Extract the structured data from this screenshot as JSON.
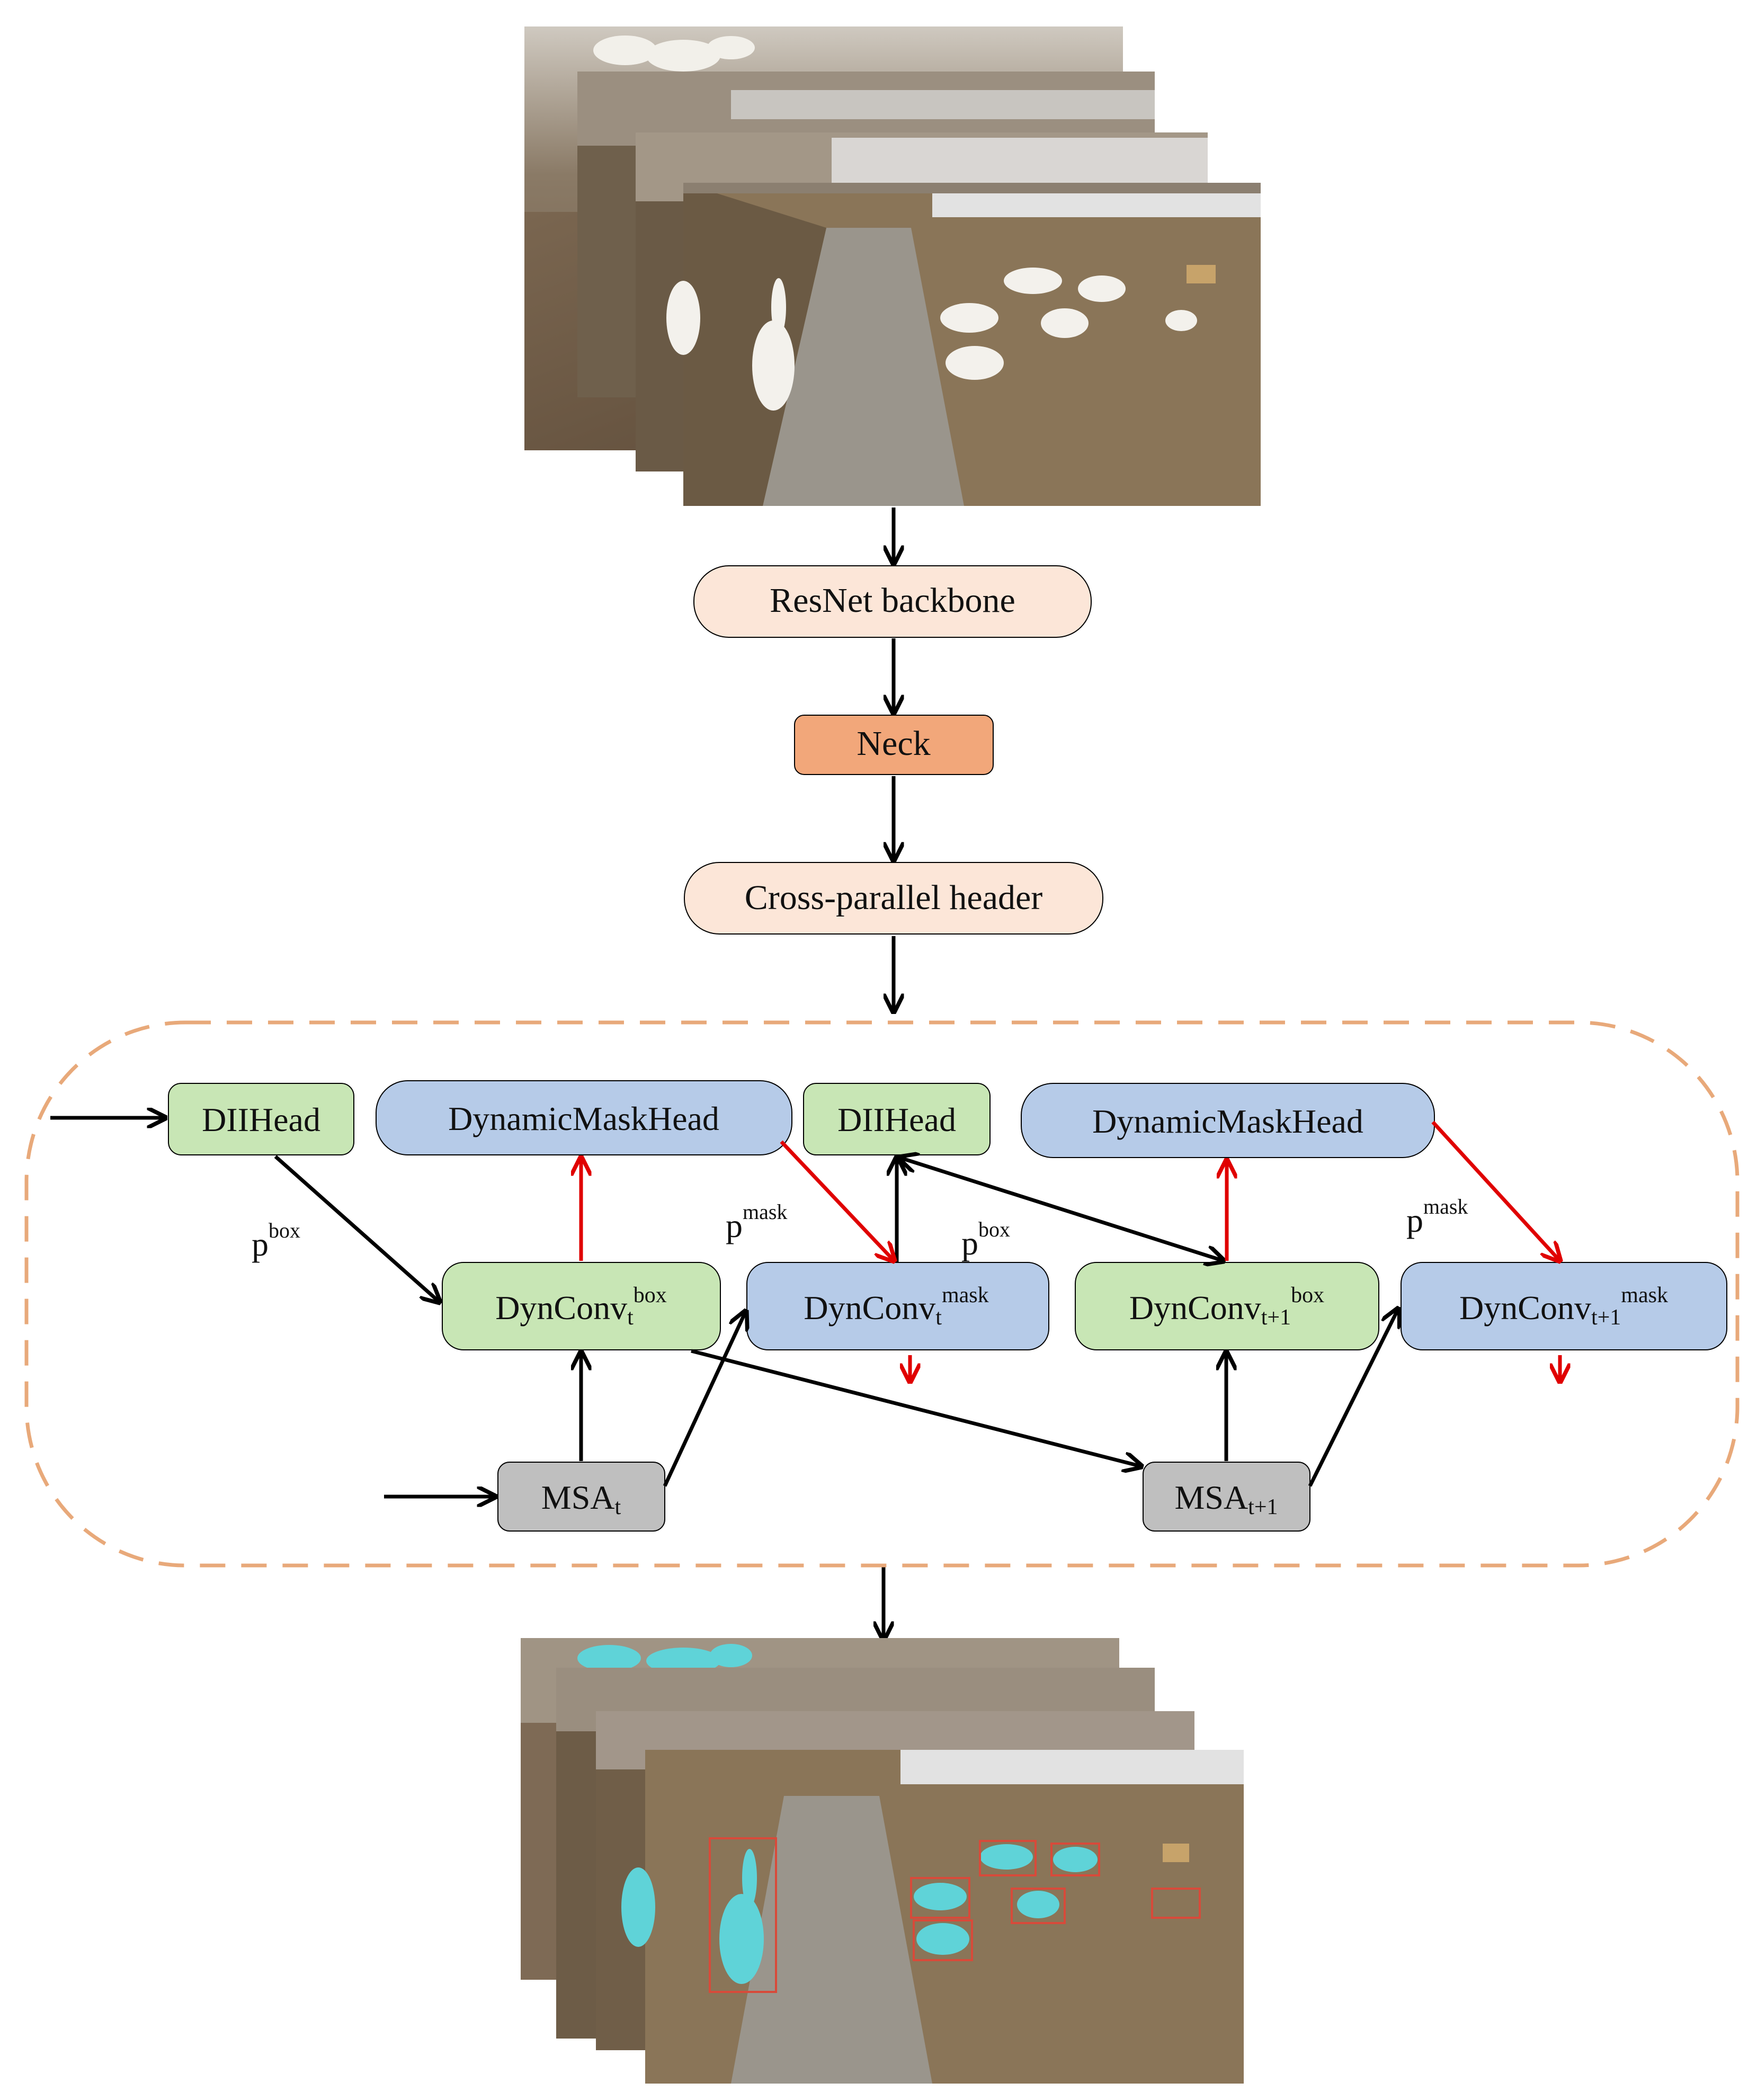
{
  "pipeline": {
    "backbone": "ResNet backbone",
    "neck": "Neck",
    "header": "Cross-parallel header"
  },
  "stage_t": {
    "diihead": "DIIHead",
    "mask_head": "DynamicMaskHead",
    "dynconv_box": {
      "base": "DynConv",
      "sub": "t",
      "sup": "box"
    },
    "dynconv_mask": {
      "base": "DynConv",
      "sub": "t",
      "sup": "mask"
    },
    "msa": {
      "base": "MSA",
      "sub": "t"
    }
  },
  "stage_t1": {
    "diihead": "DIIHead",
    "mask_head": "DynamicMaskHead",
    "dynconv_box": {
      "base": "DynConv",
      "sub": "t+1",
      "sup": "box"
    },
    "dynconv_mask": {
      "base": "DynConv",
      "sub": "t+1",
      "sup": "mask"
    },
    "msa": {
      "base": "MSA",
      "sub": "t+1"
    }
  },
  "edge_labels": {
    "p_box_1": {
      "base": "p",
      "sup": "box"
    },
    "p_mask_1": {
      "base": "p",
      "sup": "mask"
    },
    "p_box_2": {
      "base": "p",
      "sup": "box"
    },
    "p_mask_2": {
      "base": "p",
      "sup": "mask"
    }
  },
  "colors": {
    "backbone_fill": "#fce6d8",
    "neck_fill": "#f2a77a",
    "header_fill": "#fce6d8",
    "green_fill": "#c8e6b5",
    "blue_fill": "#b6cbe8",
    "gray_fill": "#bfbfbf",
    "dashed_border": "#e8a97a",
    "red_arrow": "#e00000",
    "black_arrow": "#000000"
  }
}
